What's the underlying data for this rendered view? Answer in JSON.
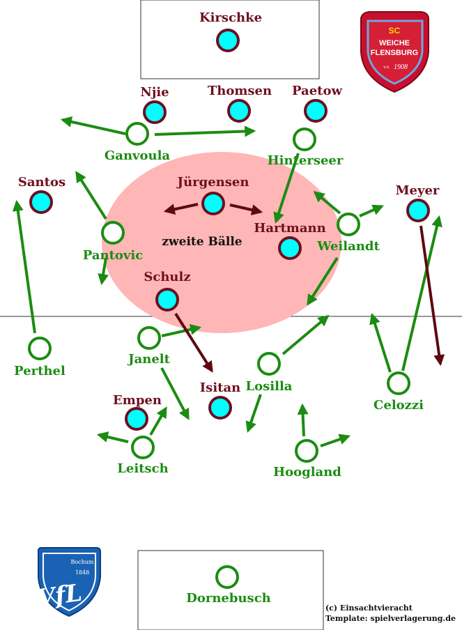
{
  "colors": {
    "home_player": "#00ffff",
    "home_outline": "#6e0f1e",
    "home_text": "#6e0f1e",
    "away_outline": "#1b8c12",
    "away_text": "#1b8c12",
    "away_arrow": "#1b8c12",
    "home_arrow": "#5c0a10",
    "zone_fill": "#ffb6b6",
    "line": "#333333"
  },
  "zone_label": "zweite Bälle",
  "home_team": {
    "logo": {
      "line1": "SC",
      "line2": "WEICHE",
      "line3": "FLENSBURG",
      "line4": "1908",
      "small": "v.n."
    },
    "players": [
      {
        "name": "Kirschke"
      },
      {
        "name": "Njie"
      },
      {
        "name": "Thomsen"
      },
      {
        "name": "Paetow"
      },
      {
        "name": "Santos"
      },
      {
        "name": "Jürgensen"
      },
      {
        "name": "Meyer"
      },
      {
        "name": "Hartmann"
      },
      {
        "name": "Schulz"
      },
      {
        "name": "Isitan"
      },
      {
        "name": "Empen"
      }
    ]
  },
  "away_team": {
    "logo": {
      "line1": "Bochum",
      "line2": "1848",
      "letters": "VfL"
    },
    "players": [
      {
        "name": "Ganvoula"
      },
      {
        "name": "Hinterseer"
      },
      {
        "name": "Pantovic"
      },
      {
        "name": "Weilandt"
      },
      {
        "name": "Perthel"
      },
      {
        "name": "Janelt"
      },
      {
        "name": "Losilla"
      },
      {
        "name": "Celozzi"
      },
      {
        "name": "Leitsch"
      },
      {
        "name": "Hoogland"
      },
      {
        "name": "Dornebusch"
      }
    ]
  },
  "credits": {
    "line1": "(c) Einsachtvieracht",
    "line2": "Template: spielverlagerung.de"
  }
}
